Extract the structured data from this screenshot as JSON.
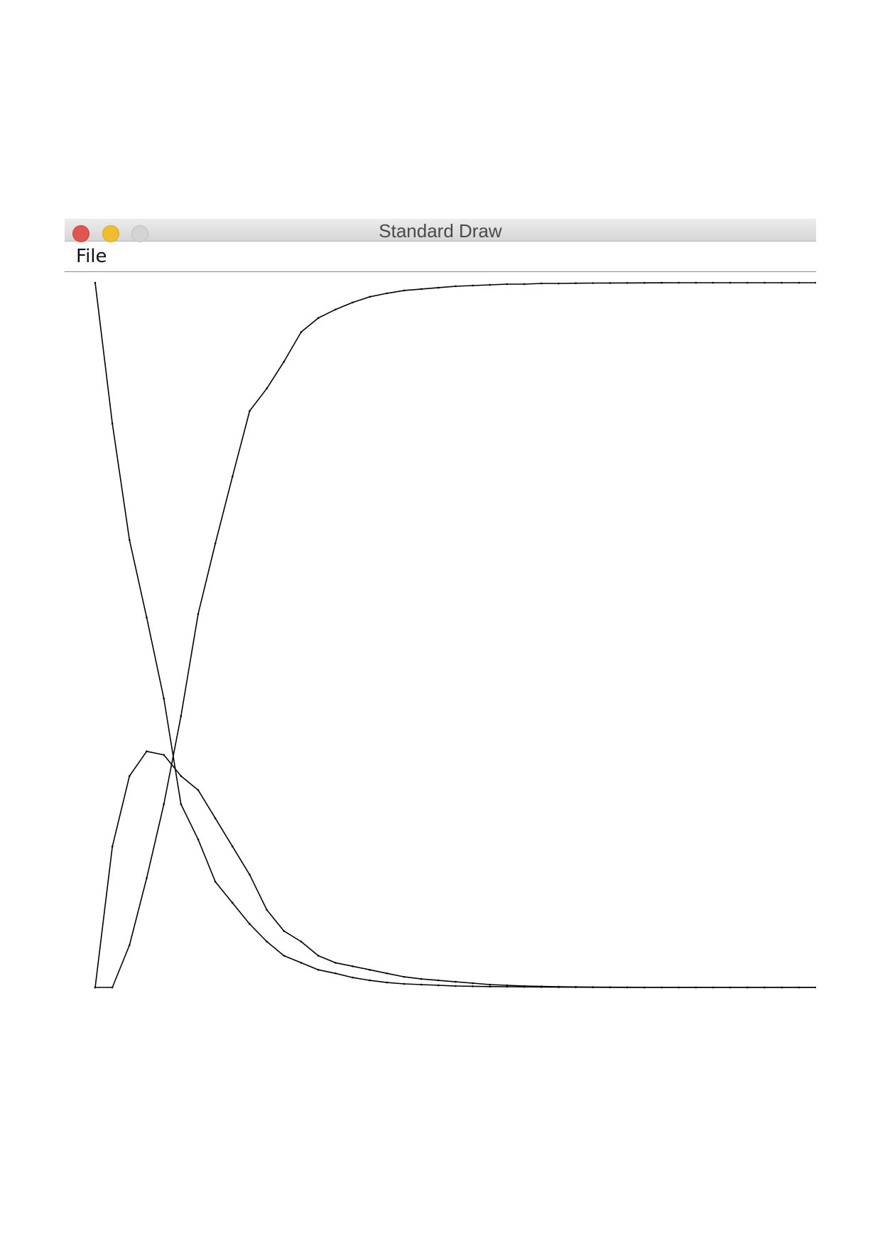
{
  "window": {
    "title": "Standard Draw",
    "buttons": [
      "close",
      "minimize",
      "zoom"
    ]
  },
  "menu": {
    "file_label": "File"
  },
  "colors": {
    "line": "#000000",
    "close": "#e0554f",
    "minimize": "#f2bc30",
    "zoom": "#d4d4d4"
  },
  "chart_data": {
    "type": "line",
    "title": "",
    "xlabel": "",
    "ylabel": "",
    "xlim": [
      0,
      42
    ],
    "ylim": [
      0,
      1
    ],
    "grid": false,
    "markers": "small dot at every data point",
    "x": [
      0,
      1,
      2,
      3,
      4,
      5,
      6,
      7,
      8,
      9,
      10,
      11,
      12,
      13,
      14,
      15,
      16,
      17,
      18,
      19,
      20,
      21,
      22,
      23,
      24,
      25,
      26,
      27,
      28,
      29,
      30,
      31,
      32,
      33,
      34,
      35,
      36,
      37,
      38,
      39,
      40,
      41,
      42
    ],
    "series": [
      {
        "values": [
          1.0,
          0.8,
          0.635,
          0.525,
          0.41,
          0.26,
          0.21,
          0.15,
          0.12,
          0.09,
          0.065,
          0.045,
          0.035,
          0.025,
          0.02,
          0.014,
          0.01,
          0.007,
          0.005,
          0.004,
          0.003,
          0.002,
          0.0016,
          0.0012,
          0.001,
          0.0008,
          0.0006,
          0.0004,
          0.0003,
          0.0002,
          0.0001,
          0,
          0,
          0,
          0,
          0,
          0,
          0,
          0,
          0,
          0,
          0,
          0
        ]
      },
      {
        "values": [
          0.0,
          0.2,
          0.3,
          0.335,
          0.33,
          0.3,
          0.28,
          0.24,
          0.2,
          0.16,
          0.11,
          0.08,
          0.065,
          0.045,
          0.035,
          0.03,
          0.025,
          0.02,
          0.015,
          0.012,
          0.01,
          0.008,
          0.006,
          0.004,
          0.003,
          0.002,
          0.0015,
          0.001,
          0.0007,
          0.0005,
          0.0003,
          0.0002,
          0,
          0,
          0,
          0,
          0,
          0,
          0,
          0,
          0,
          0,
          0
        ]
      },
      {
        "values": [
          0.0,
          0.0,
          0.06,
          0.155,
          0.26,
          0.385,
          0.53,
          0.63,
          0.725,
          0.818,
          0.85,
          0.888,
          0.93,
          0.95,
          0.962,
          0.972,
          0.98,
          0.985,
          0.989,
          0.991,
          0.993,
          0.995,
          0.996,
          0.997,
          0.998,
          0.998,
          0.999,
          0.999,
          0.9993,
          0.9995,
          0.9996,
          0.9997,
          0.9998,
          0.9999,
          1.0,
          1.0,
          1.0,
          1.0,
          1.0,
          1.0,
          1.0,
          1.0,
          1.0
        ]
      }
    ]
  }
}
